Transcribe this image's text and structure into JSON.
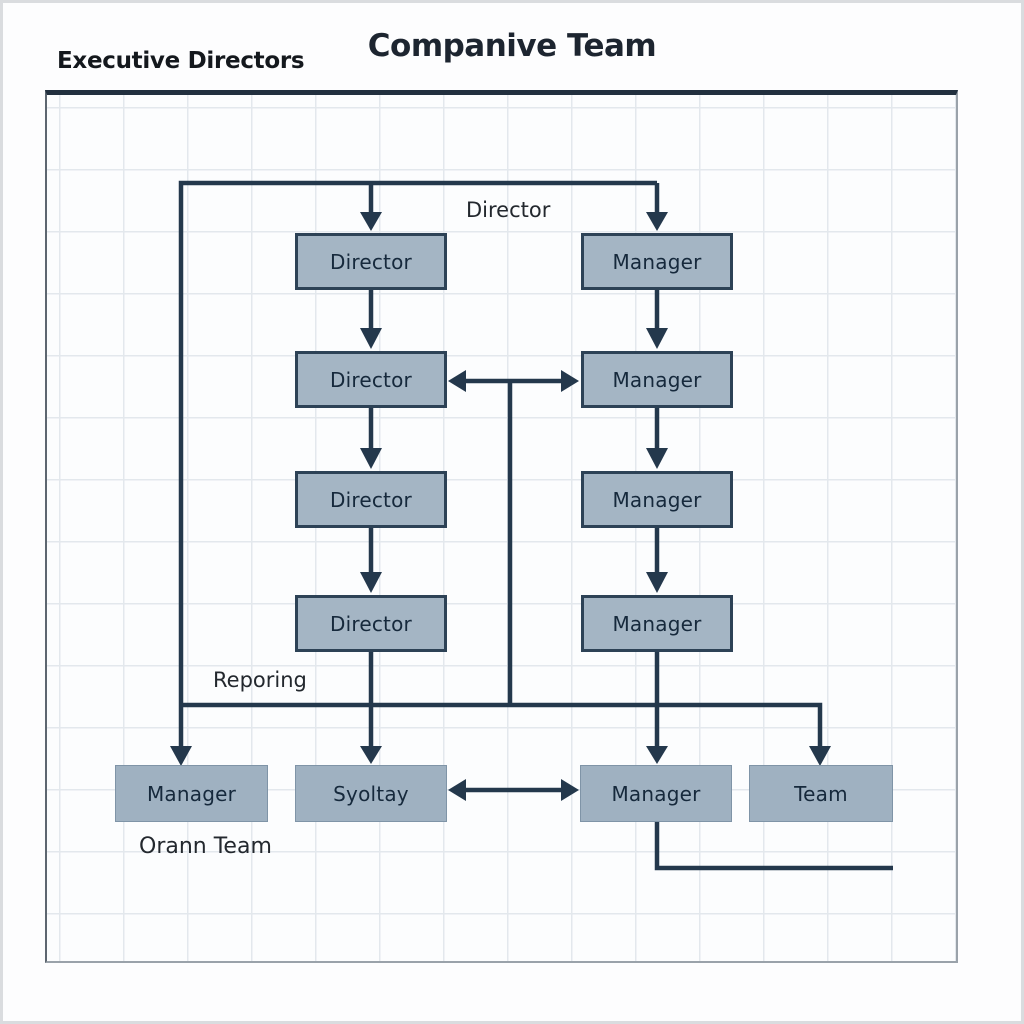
{
  "header": {
    "title": "Companive Team",
    "corner_label": "Executive Directors"
  },
  "labels": {
    "top_center": "Director",
    "reporting": "Reporing",
    "bottom_left": "Orann Team"
  },
  "nodes": {
    "left_col": [
      "Director",
      "Director",
      "Director",
      "Director"
    ],
    "right_col": [
      "Manager",
      "Manager",
      "Manager",
      "Manager"
    ],
    "bottom_row": [
      "Manager",
      "Syoltay",
      "Manager",
      "Team"
    ]
  },
  "colors": {
    "node_fill": "#a4b5c4",
    "node_border": "#2d4256",
    "connector": "#24384c",
    "grid_line": "#e3e8ed",
    "frame_top_border": "#22303f"
  }
}
